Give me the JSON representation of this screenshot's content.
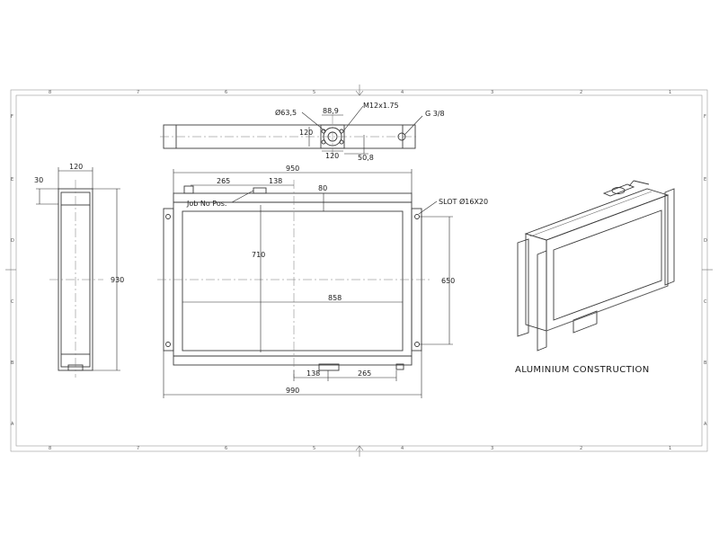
{
  "drawing": {
    "note": "ALUMINIUM CONSTRUCTION",
    "job_label": "Job No Pos.",
    "zones_top": [
      "8",
      "7",
      "6",
      "5",
      "4",
      "3",
      "2",
      "1"
    ],
    "zones_side": [
      "F",
      "E",
      "D",
      "C",
      "B",
      "A"
    ],
    "dims": {
      "d_120_side": "120",
      "d_30": "30",
      "d_930": "930",
      "d_950": "950",
      "d_265_top": "265",
      "d_138_top": "138",
      "d_80": "80",
      "d_710": "710",
      "d_858": "858",
      "d_650": "650",
      "d_138_bot": "138",
      "d_265_bot": "265",
      "d_990": "990",
      "d_phi635": "Ø63,5",
      "d_889": "88,9",
      "d_m12": "M12x1.75",
      "d_g38": "G 3/8",
      "d_120_flange_v": "120",
      "d_120_flange_h": "120",
      "d_508": "50,8",
      "d_slot": "SLOT Ø16X20"
    }
  }
}
